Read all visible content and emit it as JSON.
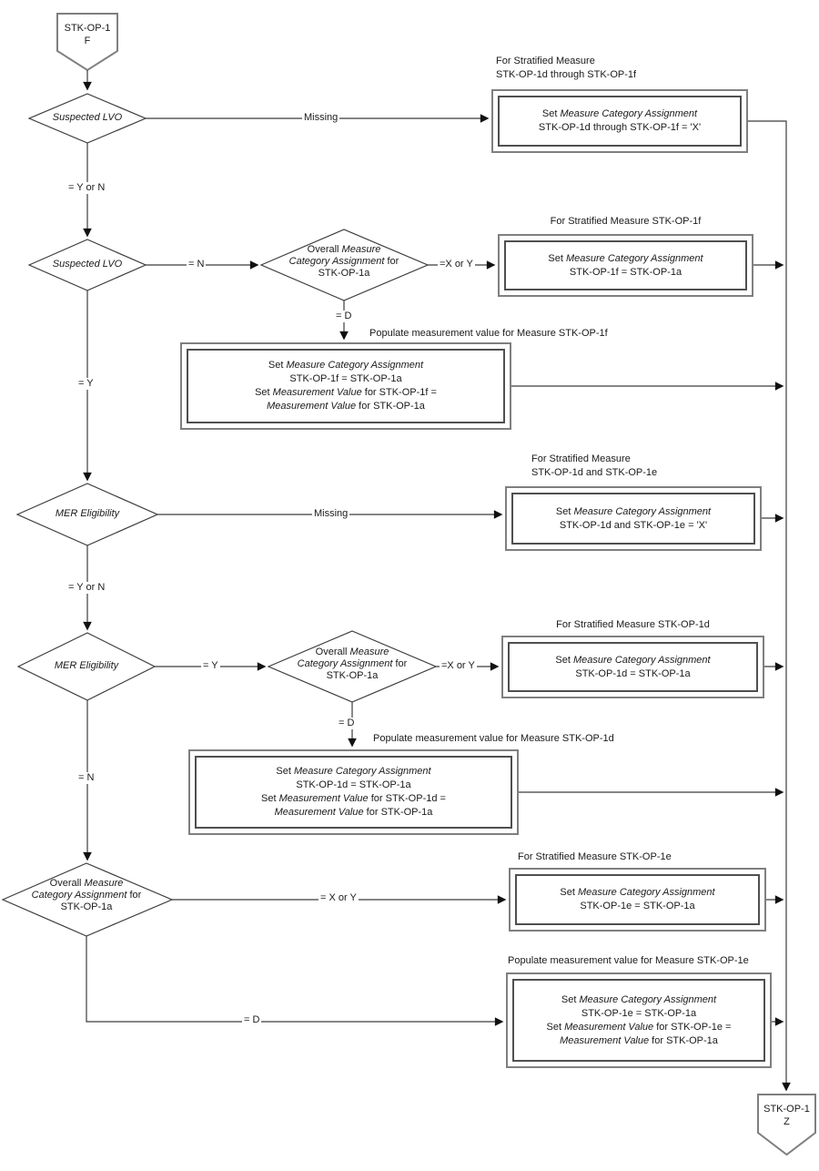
{
  "title": "STK-OP-1 stratified measure flowchart (page F to Z)",
  "colors": {
    "background": "#ffffff",
    "line": "#3c3c3c",
    "box_outer_border": "#7f7f7f",
    "box_inner_border": "#4f4f4f",
    "text": "#1a1a1a"
  },
  "connectors": {
    "start": {
      "line1": "STK-OP-1",
      "line2": "F"
    },
    "end": {
      "line1": "STK-OP-1",
      "line2": "Z"
    }
  },
  "diamonds": {
    "d1": {
      "label": "Suspected LVO"
    },
    "d2": {
      "label": "Suspected LVO"
    },
    "d3": {
      "l1_pre": "Overall ",
      "l1_it": "Measure",
      "l2_it": "Category Assignment",
      "l2_post": " for",
      "l3": "STK-OP-1a"
    },
    "d4": {
      "label": "MER Eligibility"
    },
    "d5": {
      "label": "MER Eligibility"
    },
    "d6": {
      "l1_pre": "Overall ",
      "l1_it": "Measure",
      "l2_it": "Category Assignment",
      "l2_post": " for",
      "l3": "STK-OP-1a"
    },
    "d7": {
      "l1_pre": "Overall ",
      "l1_it": "Measure",
      "l2_it": "Category Assignment",
      "l2_post": " for",
      "l3": "STK-OP-1a"
    }
  },
  "edge_labels": {
    "d1_missing": "Missing",
    "d1_yn": "= Y or N",
    "d2_n": "= N",
    "d3_xy": "=X or Y",
    "d3_d": "= D",
    "d2_y": "= Y",
    "d4_missing": "Missing",
    "d4_yn": "= Y or N",
    "d5_y": "= Y",
    "d6_xy": "=X or Y",
    "d6_d": "= D",
    "d5_n": "= N",
    "d7_xy": "= X or Y",
    "d7_d": "= D"
  },
  "annotations": {
    "a1_l1": "For Stratified Measure",
    "a1_l2": "STK-OP-1d through STK-OP-1f",
    "a2": "For Stratified Measure STK-OP-1f",
    "a3": "Populate measurement value for Measure STK-OP-1f",
    "a4_l1": "For Stratified Measure",
    "a4_l2": "STK-OP-1d and STK-OP-1e",
    "a5": "For Stratified Measure STK-OP-1d",
    "a6": "Populate measurement value for Measure STK-OP-1d",
    "a7": "For Stratified Measure STK-OP-1e",
    "a8": "Populate measurement value for Measure STK-OP-1e"
  },
  "boxes": {
    "b1": {
      "l1_pre": "Set ",
      "l1_it": "Measure Category Assignment",
      "l2": "STK-OP-1d through STK-OP-1f = 'X'"
    },
    "b2": {
      "l1_pre": "Set ",
      "l1_it": "Measure Category Assignment",
      "l2": "STK-OP-1f = STK-OP-1a"
    },
    "b3": {
      "l1_pre": "Set ",
      "l1_it": "Measure Category Assignment",
      "l2": "STK-OP-1f = STK-OP-1a",
      "l3_pre": "Set ",
      "l3_it": "Measurement Value",
      "l3_post": " for STK-OP-1f =",
      "l4_it": "Measurement Value",
      "l4_post": " for STK-OP-1a"
    },
    "b4": {
      "l1_pre": "Set ",
      "l1_it": "Measure Category Assignment",
      "l2": "STK-OP-1d and STK-OP-1e = 'X'"
    },
    "b5": {
      "l1_pre": "Set ",
      "l1_it": "Measure Category Assignment",
      "l2": "STK-OP-1d = STK-OP-1a"
    },
    "b6": {
      "l1_pre": "Set ",
      "l1_it": "Measure Category Assignment",
      "l2": "STK-OP-1d = STK-OP-1a",
      "l3_pre": "Set ",
      "l3_it": "Measurement Value",
      "l3_post": " for STK-OP-1d =",
      "l4_it": "Measurement Value",
      "l4_post": " for STK-OP-1a"
    },
    "b7": {
      "l1_pre": "Set ",
      "l1_it": "Measure Category Assignment",
      "l2": "STK-OP-1e = STK-OP-1a"
    },
    "b8": {
      "l1_pre": "Set ",
      "l1_it": "Measure Category Assignment",
      "l2": "STK-OP-1e = STK-OP-1a",
      "l3_pre": "Set ",
      "l3_it": "Measurement Value",
      "l3_post": " for STK-OP-1e =",
      "l4_it": "Measurement Value",
      "l4_post": " for STK-OP-1a"
    }
  }
}
